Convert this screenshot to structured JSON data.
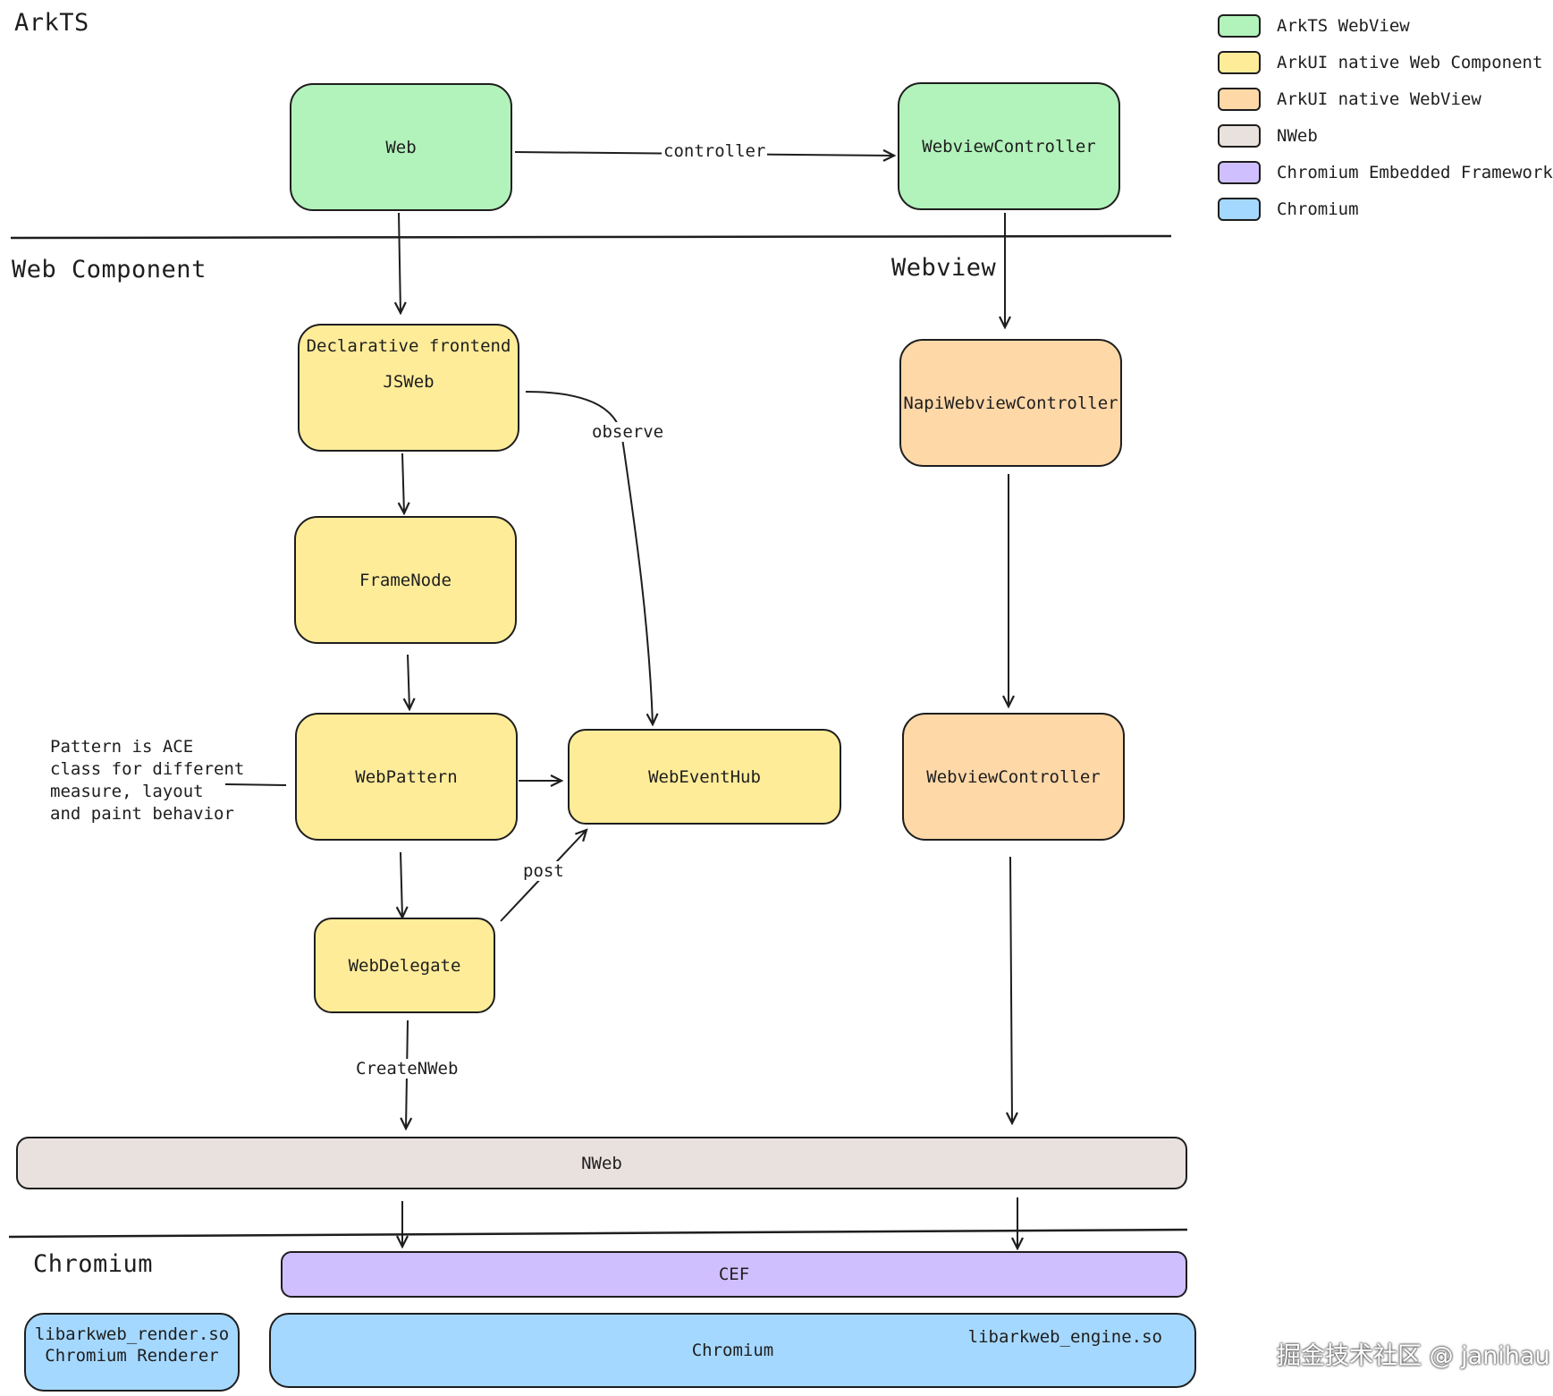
{
  "sections": {
    "arkts": "ArkTS",
    "web_component": "Web Component",
    "webview": "Webview",
    "chromium": "Chromium"
  },
  "nodes": {
    "web": "Web",
    "webview_controller_top": "WebviewController",
    "declarative_frontend": "Declarative frontend",
    "jsweb": "JSWeb",
    "framenode": "FrameNode",
    "webpattern": "WebPattern",
    "webeventhub": "WebEventHub",
    "webdelegate": "WebDelegate",
    "napi_webview_controller": "NapiWebviewController",
    "webview_controller_mid": "WebviewController",
    "nweb": "NWeb",
    "cef": "CEF",
    "chromium": "Chromium",
    "libarkweb_engine": "libarkweb_engine.so",
    "libarkweb_render": "libarkweb_render.so",
    "chromium_renderer": "Chromium Renderer"
  },
  "edge_labels": {
    "controller": "controller",
    "observe": "observe",
    "post": "post",
    "create_nweb": "CreateNWeb"
  },
  "note": "Pattern is ACE\nclass for different\nmeasure, layout\nand paint behavior",
  "legend": [
    {
      "label": "ArkTS WebView",
      "color": "#b2f2bb"
    },
    {
      "label": "ArkUI native Web Component",
      "color": "#ffec99"
    },
    {
      "label": "ArkUI native WebView",
      "color": "#ffd8a8"
    },
    {
      "label": "NWeb",
      "color": "#e9e1de"
    },
    {
      "label": "Chromium Embedded Framework",
      "color": "#d0bfff"
    },
    {
      "label": "Chromium",
      "color": "#a5d8ff"
    }
  ],
  "watermark": "掘金技术社区 @ janihau"
}
